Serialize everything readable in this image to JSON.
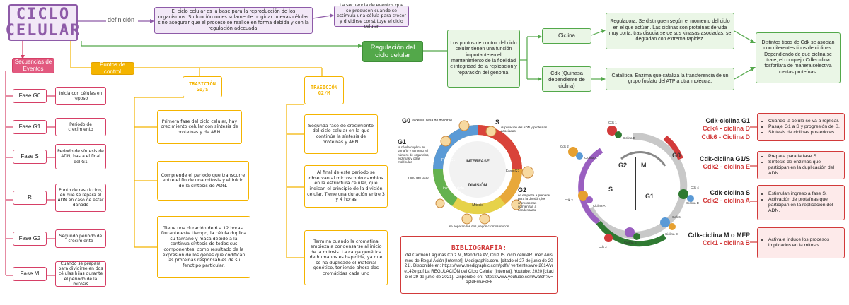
{
  "title_line1": "CICLO",
  "title_line2": "CELULAR",
  "definicion_label": "definición",
  "def1": "El ciclo celular es la base para la reproducción de los organismos. Su función no es solamente originar nuevas células sino asegurar que el proceso se realice en forma debida y con la regulación adecuada.",
  "def2": "La secuencia de eventos que se producen cuando se estimula una célula para crecer y dividirse constituye el ciclo celular",
  "secuencias_label": "Secuencias de Eventos",
  "puntos_label": "Puntos de control",
  "regulacion_label": "Regulación del ciclo celular",
  "regulacion_text": "Los puntos de control del ciclo celular tienen una función importante en el mantenimiento de la fidelidad e integridad de la replicación y reparación del genoma.",
  "fases": [
    {
      "name": "Fase G0",
      "desc": "Inicia con células en reposo"
    },
    {
      "name": "Fase G1",
      "desc": "Periodo de crecimiento"
    },
    {
      "name": "Fase S",
      "desc": "Periodo de síntesis de ADN, hasta el final del G1"
    },
    {
      "name": "R",
      "desc": "Punto de restriccion, en que se repara el ADN en caso de estar dañado"
    },
    {
      "name": "Fase G2",
      "desc": "Segundo periodo de crecimiento"
    },
    {
      "name": "Fase M",
      "desc": "Cuando se prepara para dividirse en dos células hijas durante el periodo de la mitosis"
    }
  ],
  "transicion1": {
    "label": "TRASICIÓN G1/S",
    "items": [
      "Primera fase del ciclo celular, hay crecimiento celular con síntesis de proteínas y de ARN.",
      "Comprende el periodo que transcurre entre el fin de una mitosis y el inicio de la síntesis de ADN.",
      "Tiene una duración de 6 a 12 horas. Durante este tiempo, la célula duplica su tamaño y masa debido a la continua síntesis de todos sus componentes, como resultado de la expresión de los genes que codifican las proteínas responsables de su fenotipo particular."
    ]
  },
  "transicion2": {
    "label": "TRASICIÓN G2/M",
    "items": [
      "Segunda fase de crecimiento del ciclo celular en la que continúa la síntesis de proteínas y ARN.",
      "Al final de este periodo se observan al microscopio cambios en la estructura celular, que indican el principio de la división celular. Tiene una duración entre 3 y 4 horas",
      "Termina cuando la cromatina empieza a condensarse al inicio de la mitosis. La carga genética de humanos es haploide, ya que se ha duplicado el material genético, teniendo ahora dos cromátidas cada uno"
    ]
  },
  "ciclina_label": "Ciclina",
  "cdk_label": "Cdk (Quinasa dependiente de ciclina)",
  "ciclina_text": "Reguladora.  Se distinguen según el momento del ciclo en el que actúan. Las ciclinas son proteínas de vida muy corta: tras disociarse de sus kinasas asociadas, se degradan con extrema rapidez.",
  "cdk_text": "Catalítica. Enzima que cataliza la transferencia de un grupo fosfato del ATP a otra molécula.",
  "distintos_text": "Distintos tipos de Cdk se asocian con diferentes tipos de ciclinas. Dependiendo de qué ciclina se trate, el complejo Cdk-ciclina fosforilará de manera selectiva ciertas proteínas.",
  "complejos": [
    {
      "title": "Cdk-ciclina G1",
      "subs": [
        "Cdk4 - ciclina D",
        "Cdk6 - Ciclina D"
      ],
      "bullets": [
        "Cuando la célula se va a replicar.",
        "Pasaje G1 a S y progresión de S.",
        "Síntesis de ciclinas posteriores."
      ]
    },
    {
      "title": "Cdk-ciclina G1/S",
      "subs": [
        "Cdk2 - ciclina E"
      ],
      "bullets": [
        "Prepara para la fase S.",
        "Síntesis de enzimas que participan en la duplicación del ADN."
      ]
    },
    {
      "title": "Cdk-ciclina S",
      "subs": [
        "Cdk2 - ciclina A"
      ],
      "bullets": [
        "Estimulan ingreso a fase S.",
        "Activación de proteínas que participan en la replicación del ADN."
      ]
    },
    {
      "title": "Cdk-ciclina M o MFP",
      "subs": [
        "Cdk1 - ciclina B"
      ],
      "bullets": [
        "Activa e induce los procesos implicados en la mitosis."
      ]
    }
  ],
  "biblio_title": "BIBLIOGRAFÍA:",
  "biblio_text": "del Carmen Lagunas Cruz M, Mendiola AV, Cruz IS. ciclo celulAR: mec Anismos de Regul Ación [Internet]. Medigraphic.com. [citado el 27 de junio de 2021]. Disponible en: https://www.medigraphic.com/pdfs/  vertientes/vre-2014/vre142e.pdf La REGULACIÓN del Ciclo Celular [Internet]. Youtube; 2020 [citado el 29 de junio de 2021]. Disponible en: https://www.youtube.com/watch?v=oj2dFmuFcFk",
  "diagram1": {
    "g0": "G0",
    "g0_text": "la célula cesa de dividirse",
    "g1": "G1",
    "g1_text": "la célula duplica su tamaño y aumenta el número de organelos, enzimas y otras moléculas",
    "s": "S",
    "s_text": "duplicación del ADN y proteínas asociadas",
    "g2": "G2",
    "g2_text": "se empieza a preparar para la división, los cromosomas comienzan a condensarse",
    "inicio": "inicio del ciclo",
    "separan": "se separan los dos juegos cromosómicos",
    "interfase": "INTERFASE",
    "division": "DIVISIÓN",
    "fase_s": "Fase S",
    "fase_g2": "Fase G2",
    "fase_g1": "Fase G1",
    "inicio_ciclo": "inicio de ciclo",
    "mitosis": "Mitosis"
  },
  "diagram2": {
    "g0": "G0",
    "g1": "G1",
    "g2": "G2",
    "s": "S",
    "m": "M",
    "labels": [
      "Cdk 1",
      "Ciclina B",
      "Cdk 2",
      "Ciclina A",
      "Cdk 2",
      "Cdk 4",
      "Ciclina D",
      "Cdk 6",
      "Ciclina D",
      "Ciclina E",
      "Cdk 2",
      "Ciclina A"
    ]
  }
}
